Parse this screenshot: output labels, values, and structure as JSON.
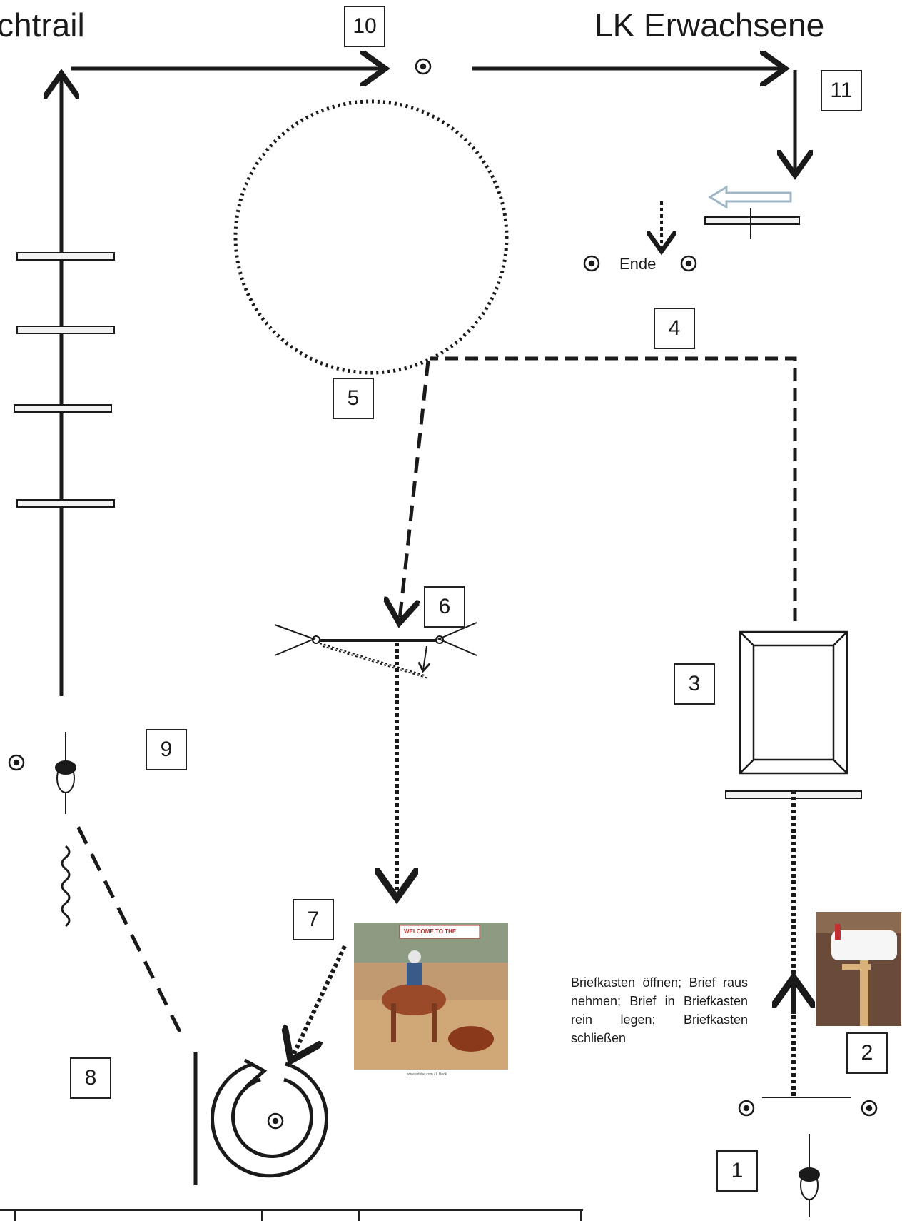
{
  "titles": {
    "left": "chtrail",
    "right": "LK Erwachsene"
  },
  "stations": [
    {
      "num": "1"
    },
    {
      "num": "2"
    },
    {
      "num": "3"
    },
    {
      "num": "4"
    },
    {
      "num": "5"
    },
    {
      "num": "6"
    },
    {
      "num": "7"
    },
    {
      "num": "8"
    },
    {
      "num": "9"
    },
    {
      "num": "10"
    },
    {
      "num": "11"
    }
  ],
  "end_label": "Ende",
  "mailbox_instruction": "Briefkasten öffnen; Brief raus nehmen; Brief in Briefkasten rein legen; Briefkasten schließen",
  "photo": {
    "banner_text": "WELCOME TO THE",
    "caption": "www.adobe.com / L.Beck"
  },
  "colors": {
    "ink": "#1a1a1a",
    "arrow_hint": "#9fb6c4",
    "paper": "#ffffff"
  },
  "icons": [
    "rider-icon",
    "cone-icon",
    "gate-icon",
    "bridge-icon",
    "mailbox-photo",
    "roping-photo",
    "spin-icon"
  ]
}
